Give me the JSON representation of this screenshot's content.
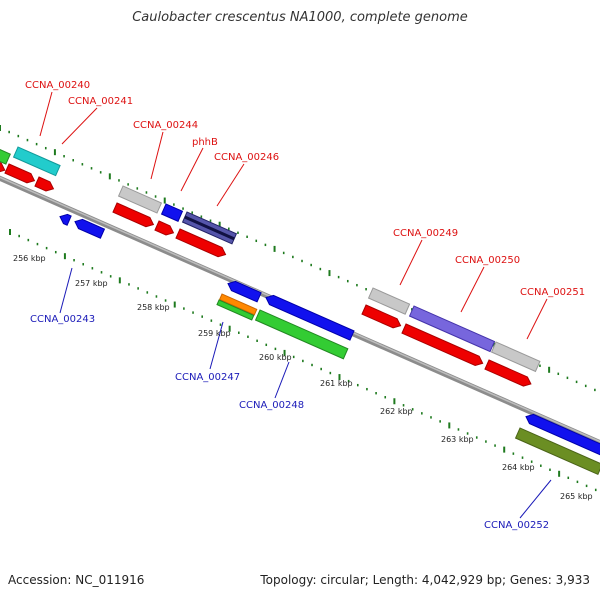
{
  "title": "Caulobacter crescentus NA1000, complete genome",
  "footer": {
    "accession": "Accession: NC_011916",
    "summary": "Topology: circular; Length: 4,042,929 bp; Genes: 3,933"
  },
  "colors": {
    "backbone": "#888888",
    "tick": "#1e7a1e",
    "label_top": "#dd1111",
    "label_bottom": "#1a1ab8"
  },
  "kbp_labels": [
    "256 kbp",
    "257 kbp",
    "258 kbp",
    "259 kbp",
    "260 kbp",
    "261 kbp",
    "262 kbp",
    "263 kbp",
    "264 kbp",
    "265 kbp"
  ],
  "gene_labels_top": [
    "CCNA_00240",
    "CCNA_00241",
    "CCNA_00244",
    "phhB",
    "CCNA_00246",
    "CCNA_00249",
    "CCNA_00250",
    "CCNA_00251"
  ],
  "gene_labels_bottom": [
    "CCNA_00243",
    "CCNA_00247",
    "CCNA_00248",
    "CCNA_00252"
  ]
}
